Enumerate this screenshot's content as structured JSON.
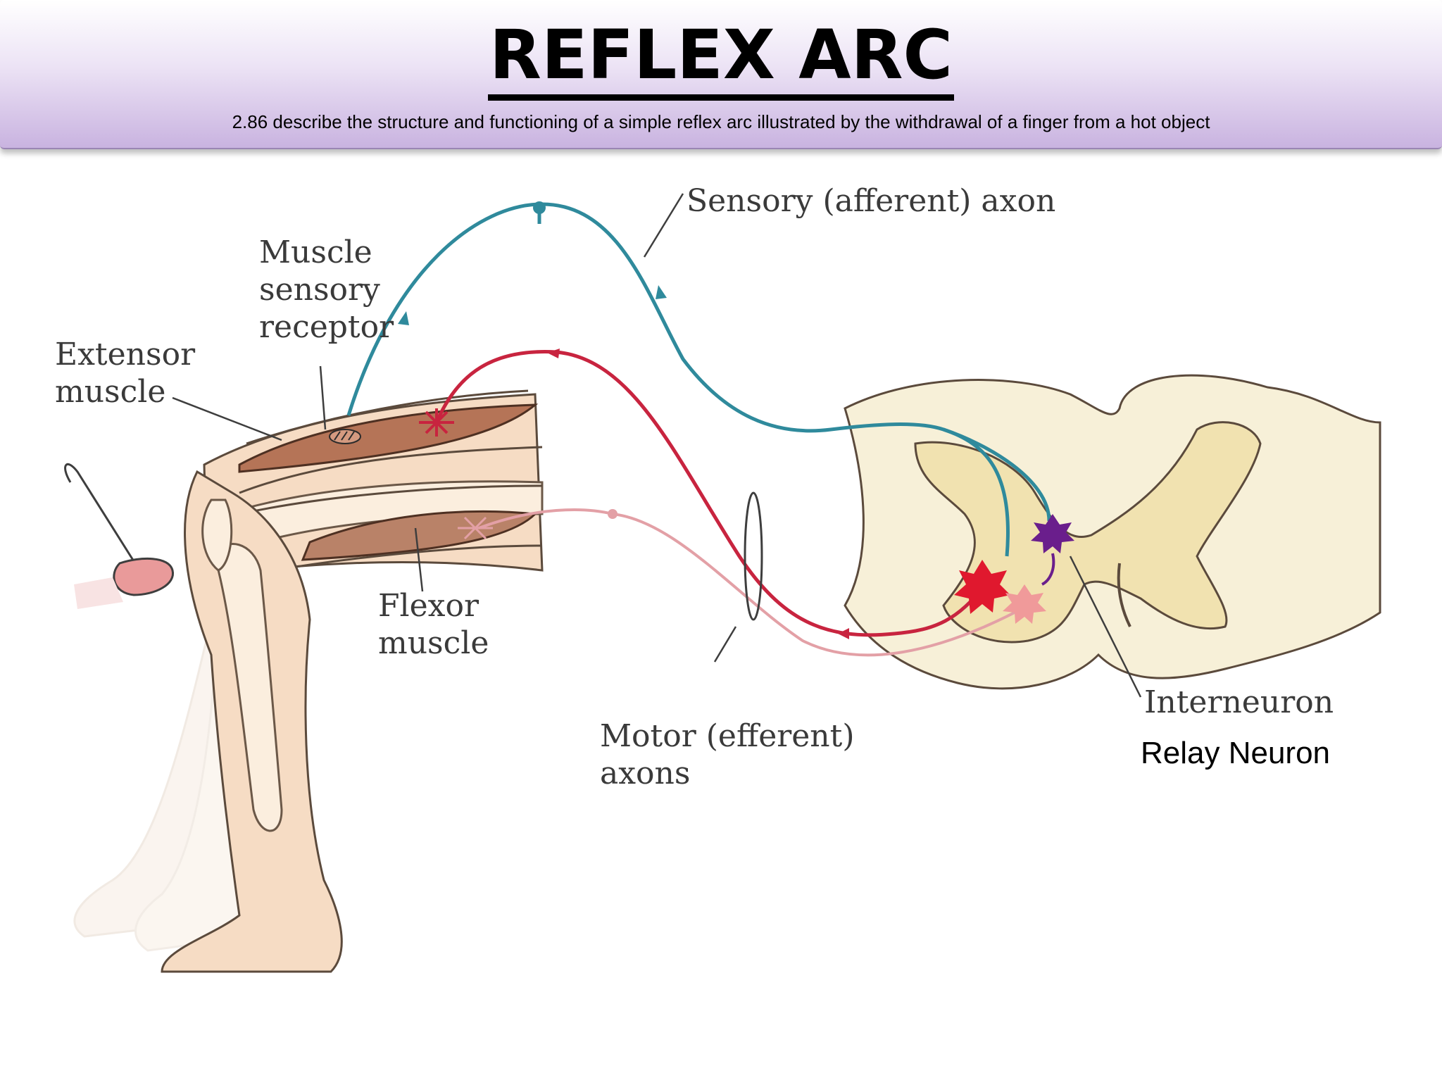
{
  "header": {
    "title": "REFLEX ARC",
    "subtitle": "2.86 describe the structure and functioning of a simple reflex arc illustrated by the withdrawal of a finger from a hot object"
  },
  "labels": {
    "sensory_axon": "Sensory (afferent) axon",
    "muscle_sensory_receptor": "Muscle\nsensory\nreceptor",
    "extensor_muscle": "Extensor\nmuscle",
    "flexor_muscle": "Flexor\nmuscle",
    "motor_axons": "Motor (efferent)\naxons",
    "interneuron": "Interneuron",
    "relay_neuron": "Relay Neuron"
  },
  "colors": {
    "sensory": "#2f8a9c",
    "motor_extensor": "#c8243f",
    "motor_flexor": "#e3a0a6",
    "interneuron": "#6a1e8c",
    "spinal_cord": "#f7f0d8",
    "grey_matter": "#f1e2b0",
    "muscle": "#b57457",
    "skin": "#f6dcc4"
  }
}
